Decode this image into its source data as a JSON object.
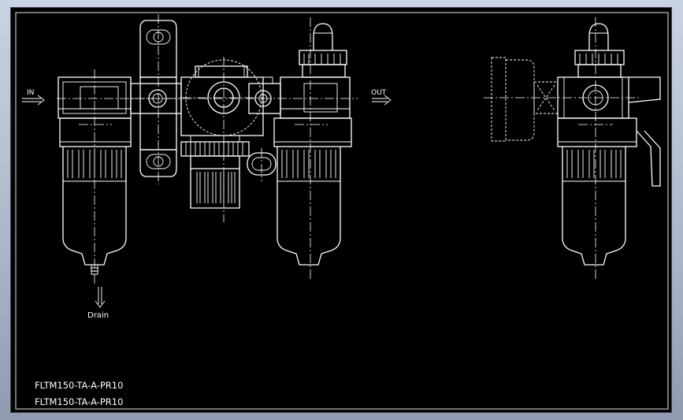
{
  "colors": {
    "viewport_background": "#000000",
    "line_color": "#ffffff",
    "window_background": "#aab6c8"
  },
  "labels": {
    "inlet": "IN",
    "outlet": "OUT",
    "drain": "Drain"
  },
  "part_numbers": [
    "FLTM150-TA-A-PR10",
    "FLTM150-TA-A-PR10"
  ]
}
